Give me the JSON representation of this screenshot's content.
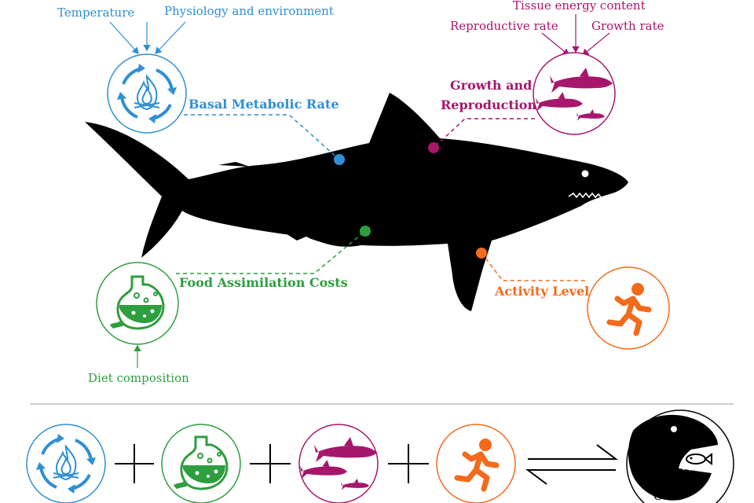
{
  "labels": {
    "temperature": "Temperature",
    "physiology": "Physiology and environment",
    "tissue_energy": "Tissue energy content",
    "reproductive_rate": "Reproductive rate",
    "growth_rate": "Growth rate",
    "basal_metabolic_rate": "Basal Metabolic Rate",
    "growth_and": "Growth and",
    "reproduction": "Reproduction",
    "food_assimilation": "Food Assimilation Costs",
    "activity_level": "Activity Level",
    "diet_composition": "Diet composition",
    "consumption_visible": "C              n"
  },
  "equation": {
    "operators": [
      "+",
      "+",
      "+",
      "⇌"
    ]
  },
  "colors": {
    "basal": "#2e8fd4",
    "food": "#2e9e3f",
    "growth": "#a6176c",
    "activity": "#f26a1b",
    "shark": "#000000",
    "divider": "#bdbdbd"
  },
  "icons": [
    "flame-icon",
    "stomach-icon",
    "sharks-icon",
    "runner-icon",
    "shark-eating-fish-icon"
  ]
}
